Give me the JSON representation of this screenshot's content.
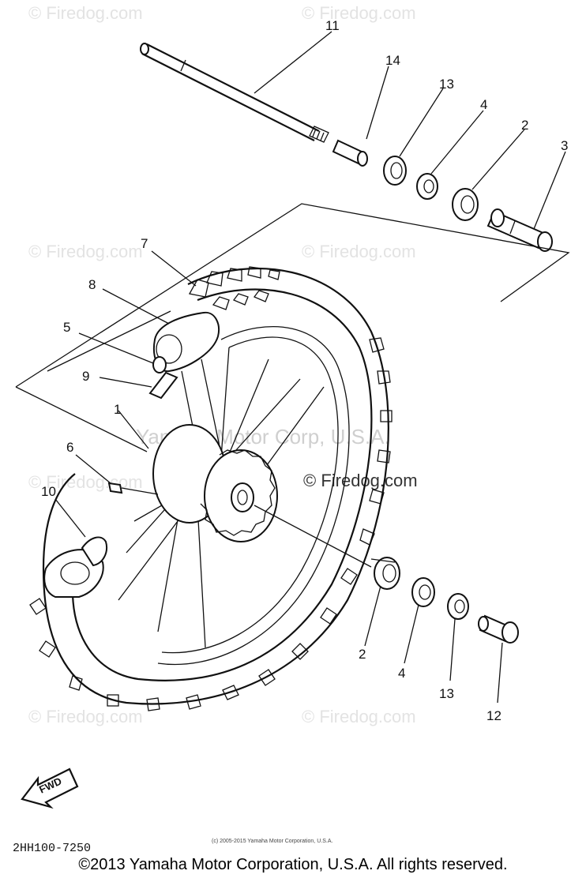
{
  "watermark": {
    "text": "© Firedog.com",
    "center_text": "© Firedog.com",
    "yamaha_text": "Yamaha Motor Corp, U.S.A."
  },
  "callouts": {
    "c11": "11",
    "c14": "14",
    "c13a": "13",
    "c4a": "4",
    "c2a": "2",
    "c3": "3",
    "c7": "7",
    "c8": "8",
    "c5": "5",
    "c9": "9",
    "c1": "1",
    "c6": "6",
    "c10": "10",
    "c2b": "2",
    "c4b": "4",
    "c13b": "13",
    "c12": "12"
  },
  "fwd_label": "FWD",
  "diagram_code": "2HH100-7250",
  "small_copyright": "(c) 2005-2015 Yamaha Motor Corporation, U.S.A.",
  "footer_copyright": "©2013 Yamaha Motor Corporation, U.S.A. All rights reserved."
}
